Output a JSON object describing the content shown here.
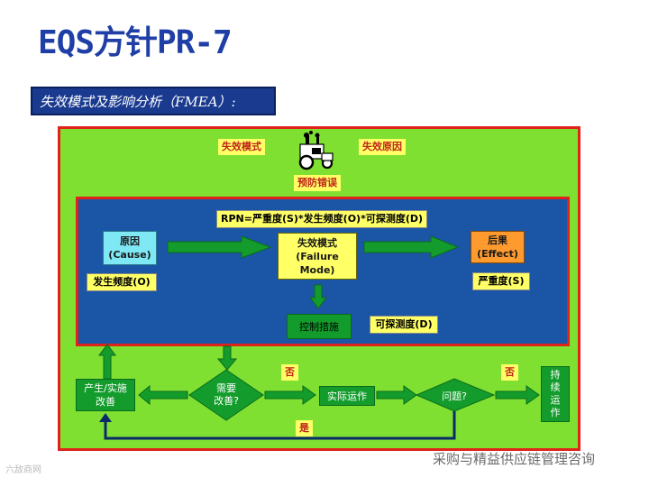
{
  "title": "EQS方针PR-7",
  "subtitle": "失效模式及影响分析（FMEA）:",
  "top": {
    "failure_mode": "失效模式",
    "failure_cause": "失效原因",
    "prevent_error": "预防错误"
  },
  "rpn": "RPN=严重度(S)*发生频度(O)*可探测度(D)",
  "cause": {
    "line1": "原因",
    "line2": "(Cause)"
  },
  "occurrence": "发生频度(O)",
  "failure": {
    "line1": "失效模式",
    "line2": "(Failure Mode)"
  },
  "effect": {
    "line1": "后果",
    "line2": "(Effect)"
  },
  "severity": "严重度(S)",
  "control": "控制措施",
  "detection": "可探测度(D)",
  "flow": {
    "improve_box": {
      "line1": "产生/实施",
      "line2": "改善"
    },
    "need_improve": {
      "line1": "需要",
      "line2": "改善?"
    },
    "no1": "否",
    "actual_run": "实际运作",
    "problem": "问题?",
    "no2": "否",
    "sustain": [
      "持",
      "续",
      "运",
      "作"
    ],
    "yes": "是"
  },
  "watermark": "采购与精益供应链管理咨询",
  "corner_logo": "六敌商网"
}
